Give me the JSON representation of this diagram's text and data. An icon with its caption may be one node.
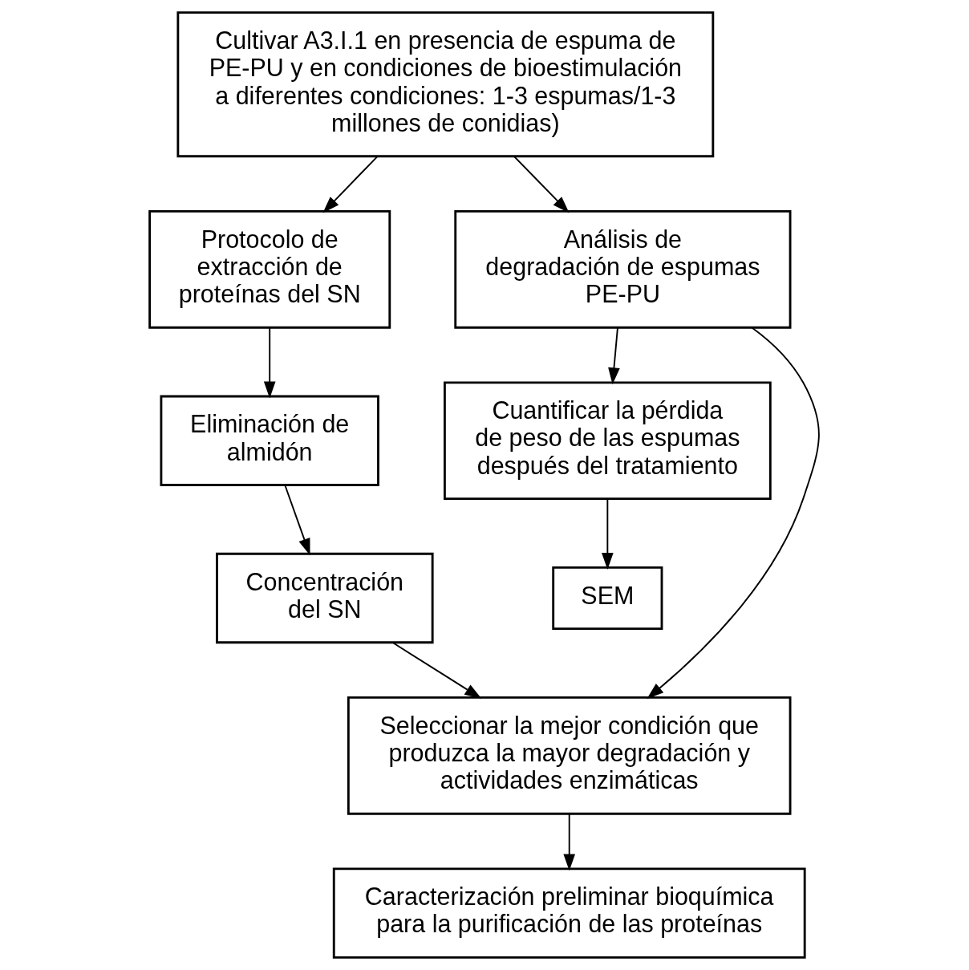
{
  "diagram": {
    "nodes": [
      {
        "text": [
          "Cultivar A3.I.1 en presencia de espuma de PE-PU y en condiciones de bioestimulación a diferentes condiciones: 1-3 espumas/1-3 millones de conidias)"
        ]
      },
      {
        "text": [
          "Protocolo de extracción de proteínas del SN"
        ]
      },
      {
        "text": [
          "Análisis de degradación de espumas PE-PU"
        ]
      },
      {
        "text": [
          "Eliminación de almidón"
        ]
      },
      {
        "text": [
          "Cuantificar la pérdida de peso de las espumas después del tratamiento"
        ]
      },
      {
        "text": [
          "Concentración del SN"
        ]
      },
      {
        "text": [
          "SEM"
        ]
      },
      {
        "text": [
          "Seleccionar la mejor condición que produzca la mayor degradación y actividades enzimáticas"
        ]
      },
      {
        "text": [
          "Caracterización preliminar bioquímica para la purificación de las proteínas"
        ]
      }
    ],
    "edges": [
      {
        "from": 0,
        "to": 1,
        "arrow": "to"
      },
      {
        "from": 0,
        "to": 2,
        "arrow": "to"
      },
      {
        "from": 1,
        "to": 3,
        "arrow": "to"
      },
      {
        "from": 2,
        "to": 4,
        "arrow": "to"
      },
      {
        "from": 3,
        "to": 5,
        "arrow": "to"
      },
      {
        "from": 4,
        "to": 6,
        "arrow": "to"
      },
      {
        "from": 2,
        "to": 7,
        "arrow": "to"
      },
      {
        "from": 5,
        "to": 7,
        "arrow": "to"
      },
      {
        "from": 7,
        "to": 8,
        "arrow": "to"
      }
    ]
  }
}
